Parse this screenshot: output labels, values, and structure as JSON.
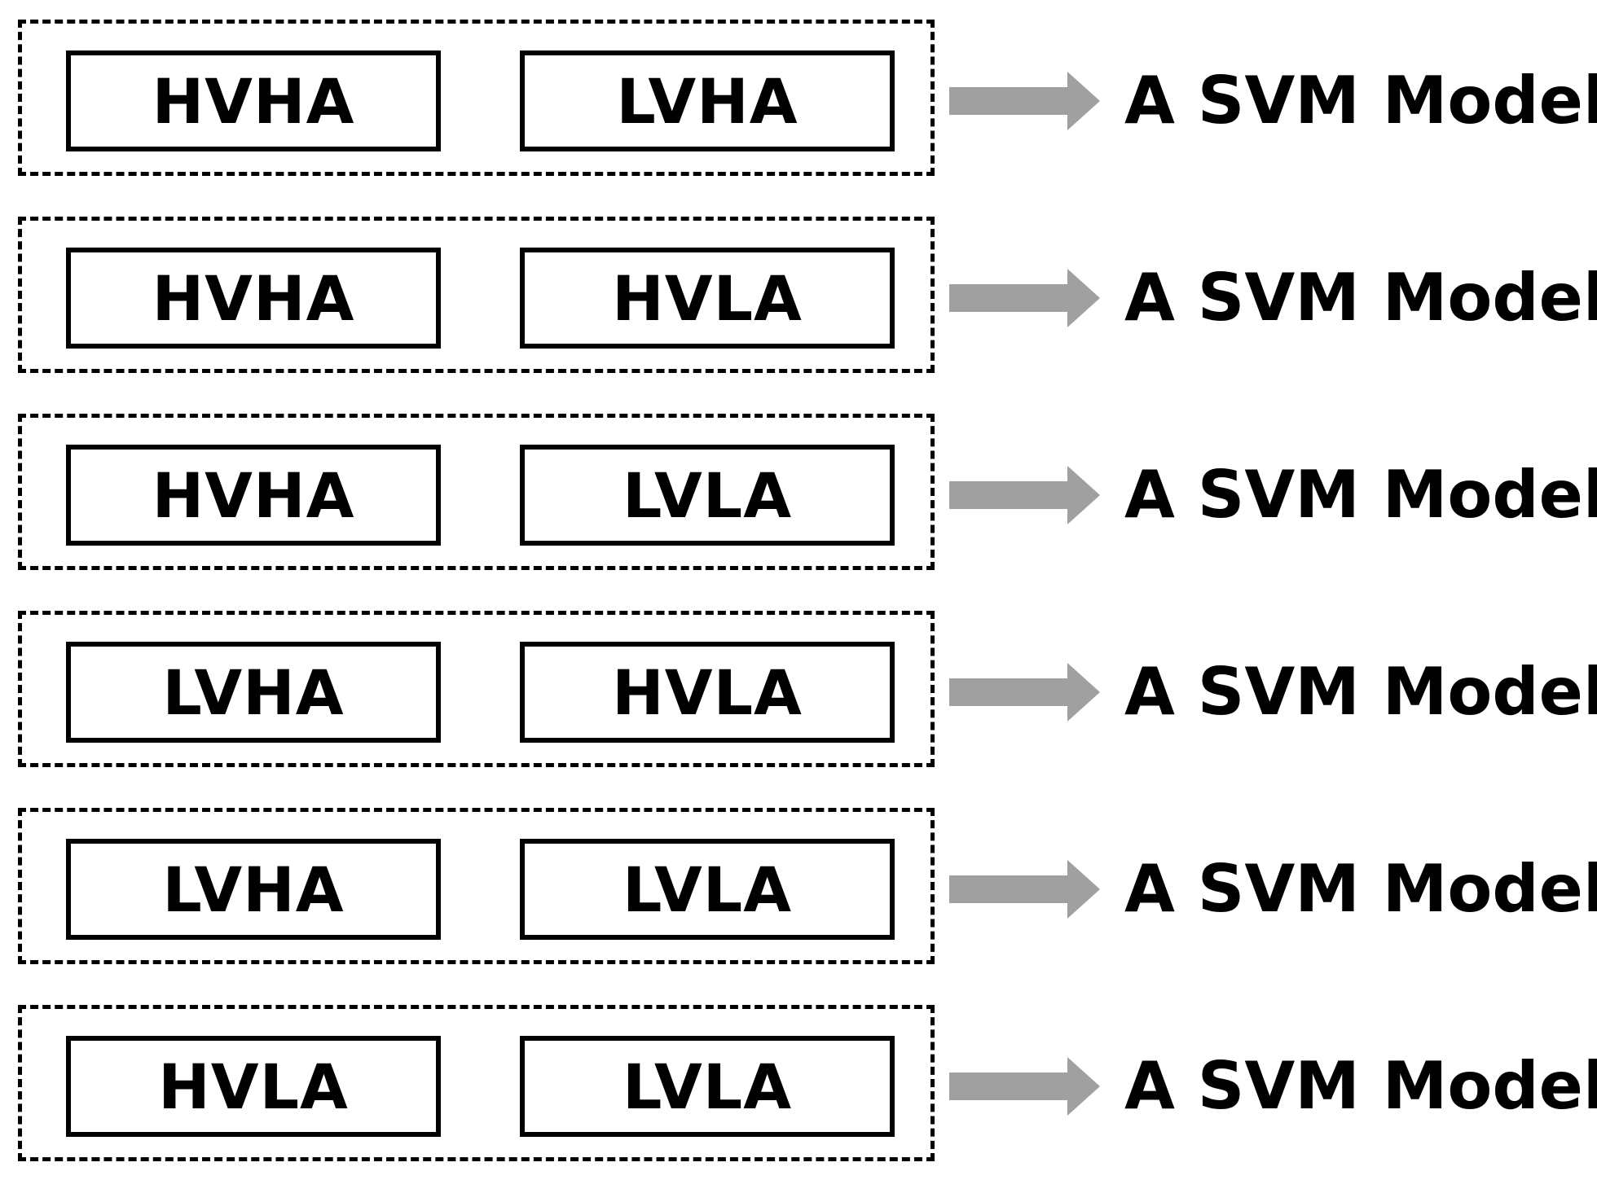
{
  "colors": {
    "line": "#000000",
    "arrow": "#a0a0a0",
    "background": "#ffffff"
  },
  "rows": [
    {
      "left": "HVHA",
      "right": "LVHA",
      "result": "A SVM Model"
    },
    {
      "left": "HVHA",
      "right": "HVLA",
      "result": "A SVM Model"
    },
    {
      "left": "HVHA",
      "right": "LVLA",
      "result": "A SVM Model"
    },
    {
      "left": "LVHA",
      "right": "HVLA",
      "result": "A SVM Model"
    },
    {
      "left": "LVHA",
      "right": "LVLA",
      "result": "A SVM Model"
    },
    {
      "left": "HVLA",
      "right": "LVLA",
      "result": "A SVM Model"
    }
  ]
}
